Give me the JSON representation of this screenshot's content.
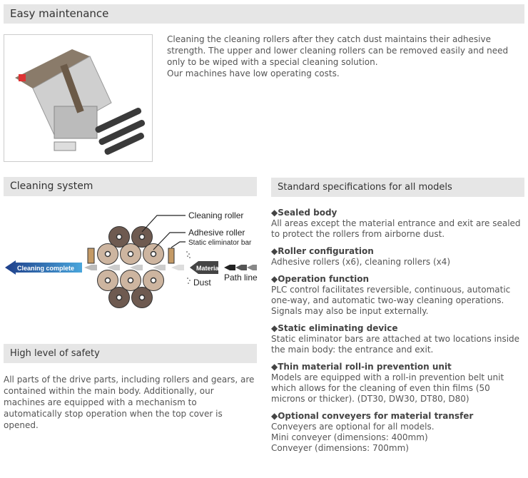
{
  "maintenance": {
    "title": "Easy maintenance",
    "paragraphs": [
      "Cleaning the cleaning rollers after they catch dust maintains their adhesive strength. The upper and lower cleaning rollers can be removed easily and need only to be wiped with a special cleaning solution.",
      "Our machines have low operating costs."
    ]
  },
  "cleaning": {
    "title": "Cleaning system",
    "labels": {
      "cleaning_roller": "Cleaning roller",
      "adhesive_roller": "Adhesive roller",
      "static_bar": "Static eliminator bar",
      "complete": "Cleaning complete",
      "material": "Material",
      "path_line": "Path line",
      "dust": "Dust"
    }
  },
  "safety": {
    "title": "High level of safety",
    "text": "All parts of the drive parts, including rollers and gears, are contained within the main body. Additionally, our machines are equipped with a mechanism to automatically stop operation when the top cover is opened."
  },
  "specs": {
    "title": "Standard specifications for all models",
    "items": [
      {
        "heading": "◆Sealed body",
        "text": "All areas except the material entrance and exit are sealed to protect the rollers from airborne dust."
      },
      {
        "heading": "◆Roller configuration",
        "text": "Adhesive rollers (x6), cleaning rollers (x4)"
      },
      {
        "heading": "◆Operation function",
        "text": "PLC control facilitates reversible, continuous, automatic one-way, and automatic two-way cleaning operations. Signals may also be input externally."
      },
      {
        "heading": "◆Static eliminating device",
        "text": "Static eliminator bars are attached at two locations inside the main body: the entrance and exit."
      },
      {
        "heading": "◆Thin material roll-in prevention unit",
        "text": "Models are equipped with a roll-in prevention belt unit which allows for the cleaning of even thin films (50 microns or thicker). (DT30, DW30, DT80, D80)"
      },
      {
        "heading": "◆Optional conveyers for material transfer",
        "lines": [
          "Conveyers are optional for all models.",
          "Mini conveyer (dimensions: 400mm)",
          "Conveyer (dimensions: 700mm)"
        ]
      }
    ]
  }
}
